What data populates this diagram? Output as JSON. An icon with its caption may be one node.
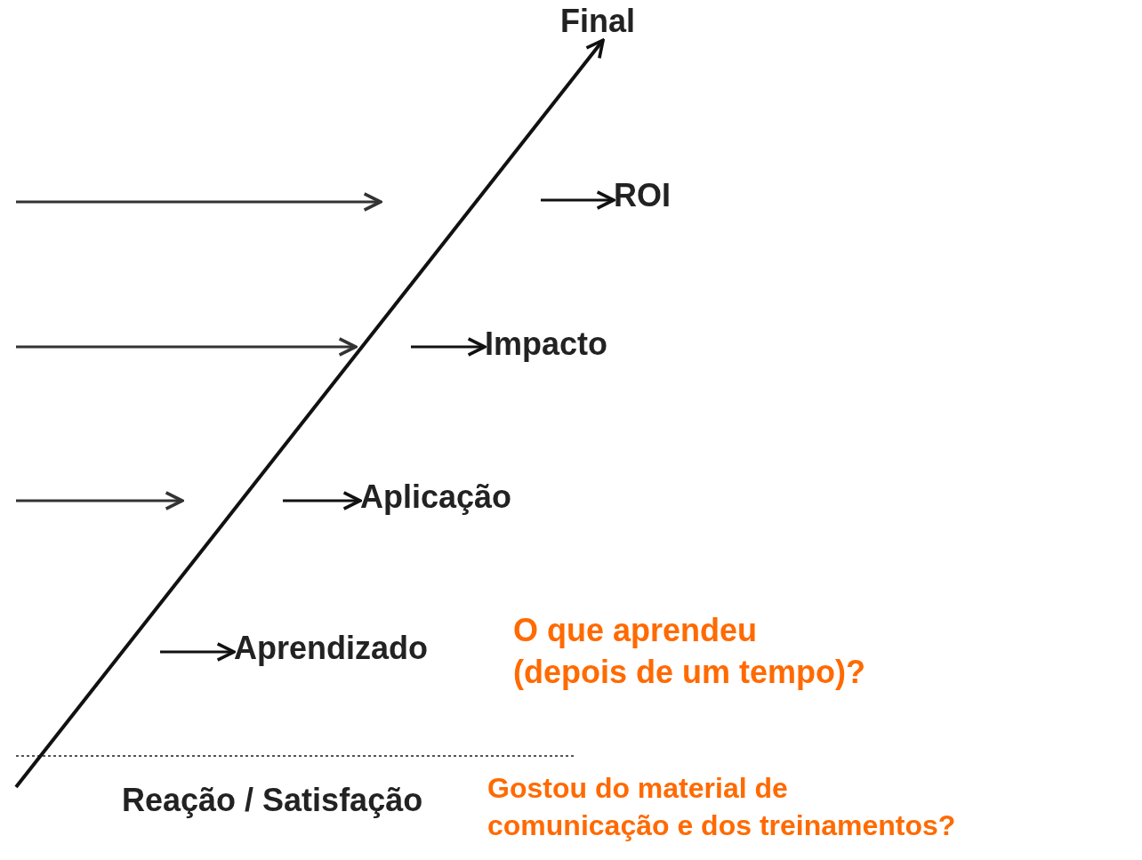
{
  "diagram": {
    "nodes": [
      {
        "text": [
          "Final"
        ]
      },
      {
        "text": [
          "ROI"
        ]
      },
      {
        "text": [
          "Impacto"
        ]
      },
      {
        "text": [
          "Aplicação"
        ]
      },
      {
        "text": [
          "Aprendizado"
        ]
      },
      {
        "text": [
          "Reação / Satisfação"
        ]
      }
    ],
    "edges": [
      {
        "from": null,
        "to": 0,
        "arrow": "to"
      },
      {
        "from": null,
        "to": 1,
        "arrow": "to"
      },
      {
        "from": null,
        "to": 2,
        "arrow": "to"
      },
      {
        "from": null,
        "to": 3,
        "arrow": "to"
      },
      {
        "from": null,
        "to": 4,
        "arrow": "to"
      }
    ],
    "labels": [
      "O que aprendeu (depois de um tempo)?",
      "Gostou do material de comunicação e dos treinamentos?"
    ]
  }
}
